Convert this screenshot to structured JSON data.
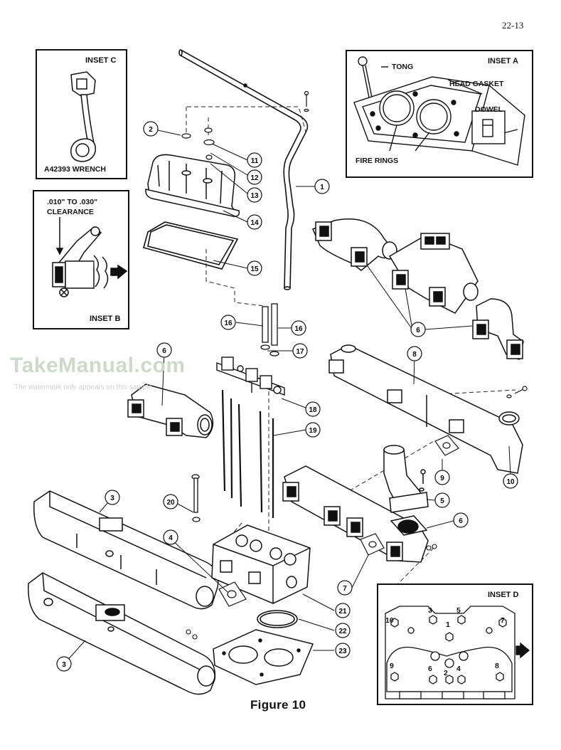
{
  "page_number": "22-13",
  "figure_caption": "Figure 10",
  "watermark": {
    "brand": "TakeManual.com",
    "note": "The watermark only appears on this sample"
  },
  "insets": {
    "a": {
      "title": "INSET A",
      "labels": [
        "TONG",
        "HEAD GASKET",
        "DOWEL",
        "FIRE RINGS"
      ]
    },
    "b": {
      "title": "INSET B",
      "clearance_line1": ".010\" TO .030\"",
      "clearance_line2": "CLEARANCE"
    },
    "c": {
      "title": "INSET C",
      "tool": "A42393 WRENCH"
    },
    "d": {
      "title": "INSET D",
      "sequence": [
        "1",
        "2",
        "3",
        "4",
        "5",
        "6",
        "7",
        "8",
        "9",
        "10"
      ]
    }
  },
  "callouts": [
    "1",
    "2",
    "3",
    "3",
    "4",
    "5",
    "6",
    "6",
    "6",
    "6",
    "7",
    "8",
    "9",
    "10",
    "11",
    "12",
    "13",
    "14",
    "15",
    "16",
    "16",
    "17",
    "18",
    "19",
    "20",
    "21",
    "22",
    "23"
  ]
}
